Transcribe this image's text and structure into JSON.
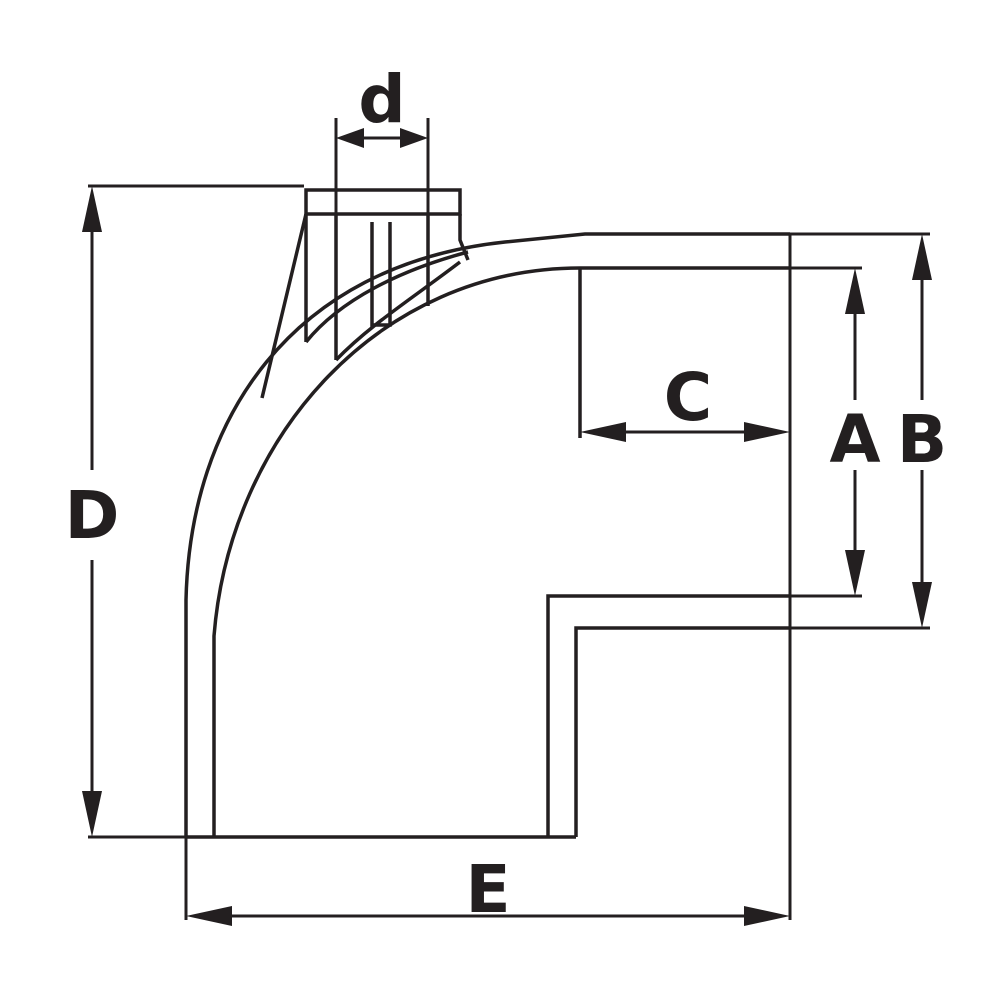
{
  "labels": {
    "d": "d",
    "A": "A",
    "B": "B",
    "C": "C",
    "D": "D",
    "E": "E"
  },
  "colors": {
    "ink": "#231f20",
    "background": "#ffffff"
  }
}
